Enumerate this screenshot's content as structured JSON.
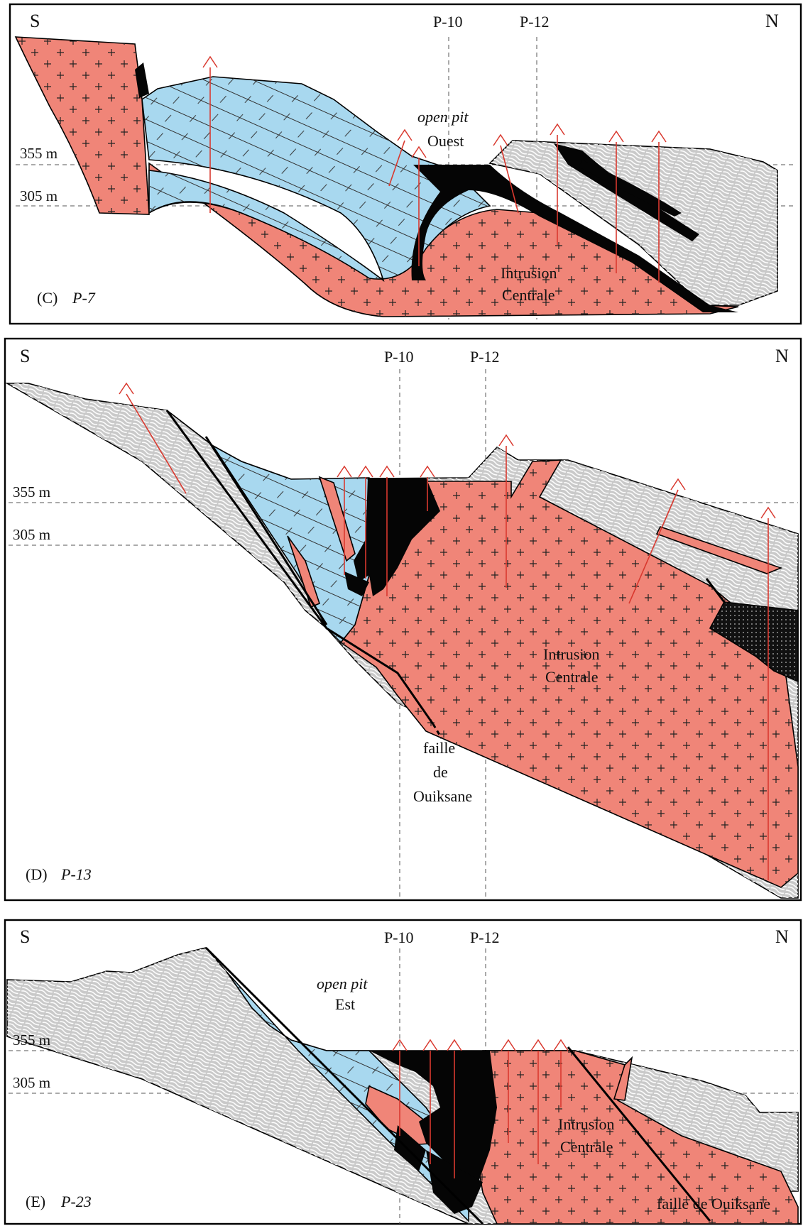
{
  "colors": {
    "intrusion": "#f08578",
    "limestone": "#a8d8ef",
    "schist": "#c9c9c9",
    "ore": "#050505",
    "drillhole": "#d9392f"
  },
  "panels": [
    {
      "direction_left": "S",
      "direction_right": "N",
      "profile_1": "P-10",
      "profile_2": "P-12",
      "level_1": "355 m",
      "level_2": "305 m",
      "pit_label_1": "open pit",
      "pit_label_2": "Ouest",
      "intrusion_label_1": "Intrusion",
      "intrusion_label_2": "Centrale",
      "panel_letter": "(C)",
      "panel_id": "P-7"
    },
    {
      "direction_left": "S",
      "direction_right": "N",
      "profile_1": "P-10",
      "profile_2": "P-12",
      "level_1": "355 m",
      "level_2": "305 m",
      "intrusion_label_1": "Intrusion",
      "intrusion_label_2": "Centrale",
      "fault_label_1": "faille",
      "fault_label_2": "de",
      "fault_label_3": "Ouiksane",
      "panel_letter": "(D)",
      "panel_id": "P-13"
    },
    {
      "direction_left": "S",
      "direction_right": "N",
      "profile_1": "P-10",
      "profile_2": "P-12",
      "level_1": "355 m",
      "level_2": "305 m",
      "pit_label_1": "open pit",
      "pit_label_2": "Est",
      "intrusion_label_1": "Intrusion",
      "intrusion_label_2": "Centrale",
      "fault_label": "faille de Ouiksane",
      "panel_letter": "(E)",
      "panel_id": "P-23"
    }
  ]
}
